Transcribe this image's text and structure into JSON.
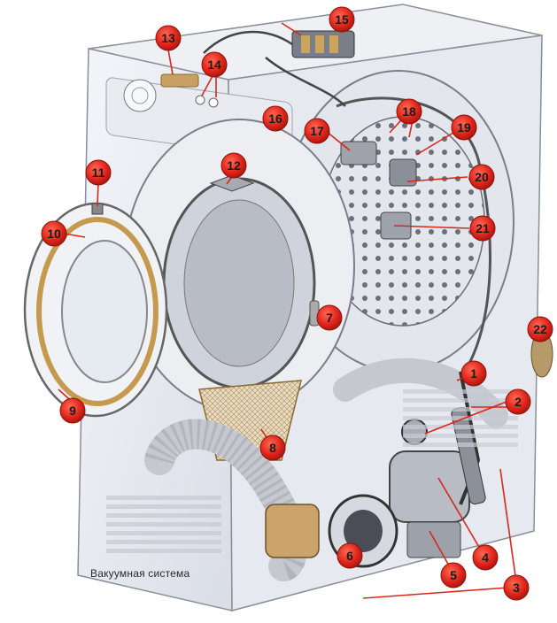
{
  "caption": "Вакуумная система",
  "callouts": [
    {
      "id": "1",
      "label": "1"
    },
    {
      "id": "2",
      "label": "2"
    },
    {
      "id": "3",
      "label": "3"
    },
    {
      "id": "4",
      "label": "4"
    },
    {
      "id": "5",
      "label": "5"
    },
    {
      "id": "6",
      "label": "6"
    },
    {
      "id": "7",
      "label": "7"
    },
    {
      "id": "8",
      "label": "8"
    },
    {
      "id": "9",
      "label": "9"
    },
    {
      "id": "10",
      "label": "10"
    },
    {
      "id": "11",
      "label": "11"
    },
    {
      "id": "12",
      "label": "12"
    },
    {
      "id": "13",
      "label": "13"
    },
    {
      "id": "14",
      "label": "14"
    },
    {
      "id": "15",
      "label": "15"
    },
    {
      "id": "16",
      "label": "16"
    },
    {
      "id": "17",
      "label": "17"
    },
    {
      "id": "18",
      "label": "18"
    },
    {
      "id": "19",
      "label": "19"
    },
    {
      "id": "20",
      "label": "20"
    },
    {
      "id": "21",
      "label": "21"
    },
    {
      "id": "22",
      "label": "22"
    }
  ],
  "colors": {
    "badge": "#e0261c",
    "badge_text": "#1a1a1a",
    "leader": "#d8281c"
  }
}
